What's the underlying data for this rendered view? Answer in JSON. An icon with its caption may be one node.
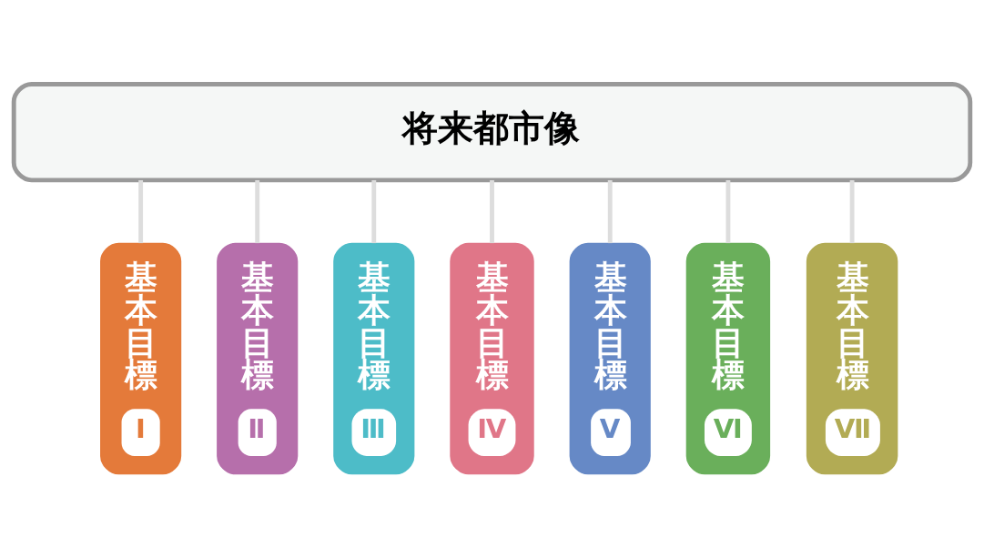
{
  "diagram": {
    "nodes": [
      {
        "text": [
          "将来都市像"
        ]
      },
      {
        "text": [
          "基本目標",
          "Ⅰ"
        ]
      },
      {
        "text": [
          "基本目標",
          "Ⅱ"
        ]
      },
      {
        "text": [
          "基本目標",
          "Ⅲ"
        ]
      },
      {
        "text": [
          "基本目標",
          "Ⅳ"
        ]
      },
      {
        "text": [
          "基本目標",
          "Ⅴ"
        ]
      },
      {
        "text": [
          "基本目標",
          "Ⅵ"
        ]
      },
      {
        "text": [
          "基本目標",
          "Ⅶ"
        ]
      }
    ],
    "edges": [
      {
        "from": 0,
        "to": 1,
        "arrow": "none"
      },
      {
        "from": 0,
        "to": 2,
        "arrow": "none"
      },
      {
        "from": 0,
        "to": 3,
        "arrow": "none"
      },
      {
        "from": 0,
        "to": 4,
        "arrow": "none"
      },
      {
        "from": 0,
        "to": 5,
        "arrow": "none"
      },
      {
        "from": 0,
        "to": 6,
        "arrow": "none"
      },
      {
        "from": 0,
        "to": 7,
        "arrow": "none"
      }
    ]
  }
}
